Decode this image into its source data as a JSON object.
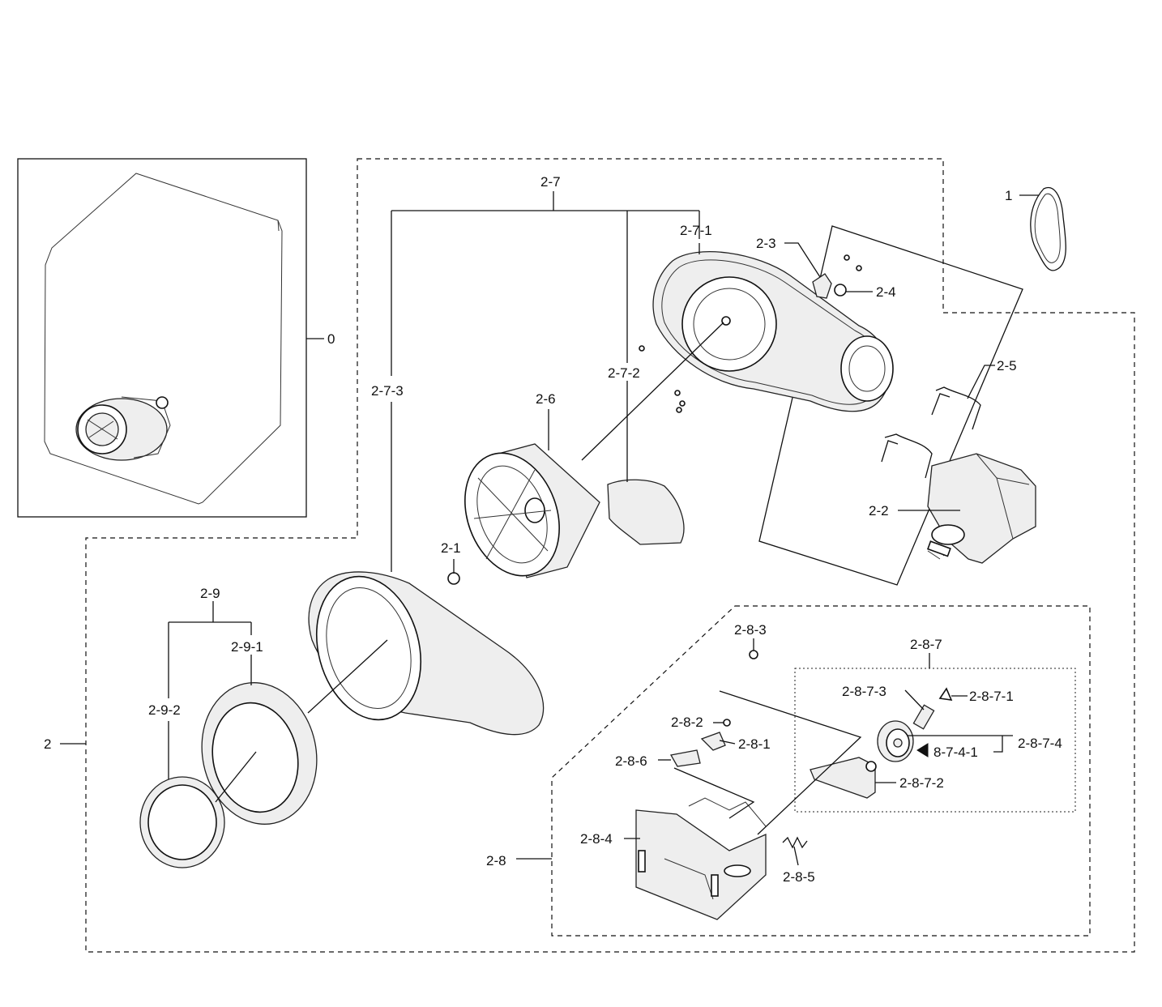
{
  "labels": {
    "l0": "0",
    "l1": "1",
    "l2": "2",
    "l2_1": "2-1",
    "l2_2": "2-2",
    "l2_3": "2-3",
    "l2_4": "2-4",
    "l2_5": "2-5",
    "l2_6": "2-6",
    "l2_7": "2-7",
    "l2_7_1": "2-7-1",
    "l2_7_2": "2-7-2",
    "l2_7_3": "2-7-3",
    "l2_8": "2-8",
    "l2_8_1": "2-8-1",
    "l2_8_2": "2-8-2",
    "l2_8_3": "2-8-3",
    "l2_8_4": "2-8-4",
    "l2_8_5": "2-8-5",
    "l2_8_6": "2-8-6",
    "l2_8_7": "2-8-7",
    "l2_8_7_1": "2-8-7-1",
    "l2_8_7_2": "2-8-7-2",
    "l2_8_7_3": "2-8-7-3",
    "l2_8_7_4": "2-8-7-4",
    "l8_7_4_1": "8-7-4-1",
    "l2_9": "2-9",
    "l2_9_1": "2-9-1",
    "l2_9_2": "2-9-2"
  }
}
